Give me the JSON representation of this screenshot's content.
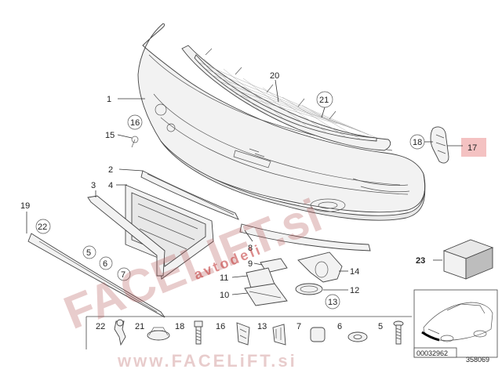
{
  "callouts": {
    "c1": "1",
    "c2": "2",
    "c3": "3",
    "c4": "4",
    "c5": "5",
    "c6": "6",
    "c7": "7",
    "c8": "8",
    "c9": "9",
    "c10": "10",
    "c11": "11",
    "c12": "12",
    "c13": "13",
    "c14": "14",
    "c15": "15",
    "c16": "16",
    "c17": "17",
    "c18": "18",
    "c19": "19",
    "c20": "20",
    "c21": "21",
    "c22": "22",
    "c23": "23"
  },
  "legend": {
    "items": [
      "22",
      "21",
      "18",
      "16",
      "13",
      "7",
      "6",
      "5"
    ]
  },
  "codes": {
    "box_code": "00032962",
    "diagram_code": "358069"
  },
  "watermark": {
    "main": "FACELIFT.si",
    "sub": "avtodeli",
    "bottom": "www.FACELiFT.si"
  },
  "colors": {
    "highlight_17": "#f4c2c2",
    "watermark": "#b04a4a"
  }
}
